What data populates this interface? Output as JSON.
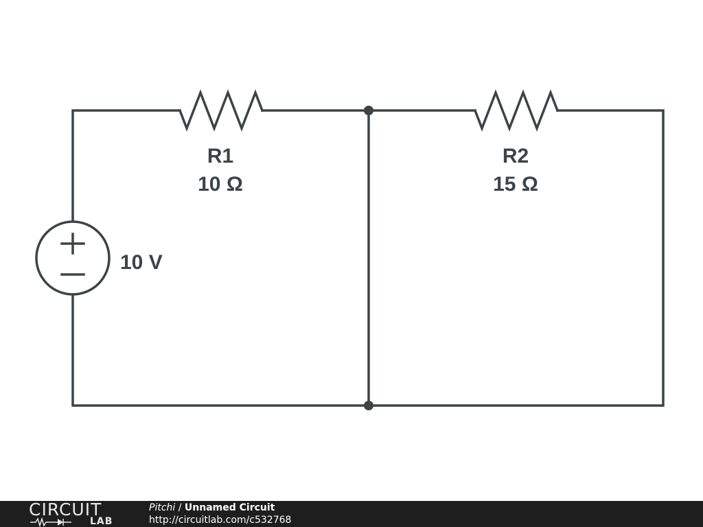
{
  "circuit": {
    "components": [
      {
        "id": "r1",
        "name": "R1",
        "value": "10 Ω"
      },
      {
        "id": "r2",
        "name": "R2",
        "value": "15 Ω"
      },
      {
        "id": "v1",
        "name": "",
        "value": "10 V"
      }
    ]
  },
  "footer": {
    "logo_top": "CIRCUIT",
    "logo_bottom": "LAB",
    "user": "Pitchi",
    "separator": " / ",
    "circuit_name": "Unnamed Circuit",
    "url": "http://circuitlab.com/c532768"
  },
  "colors": {
    "wire": "#3d4347",
    "footer_background": "#1e1e1e"
  }
}
